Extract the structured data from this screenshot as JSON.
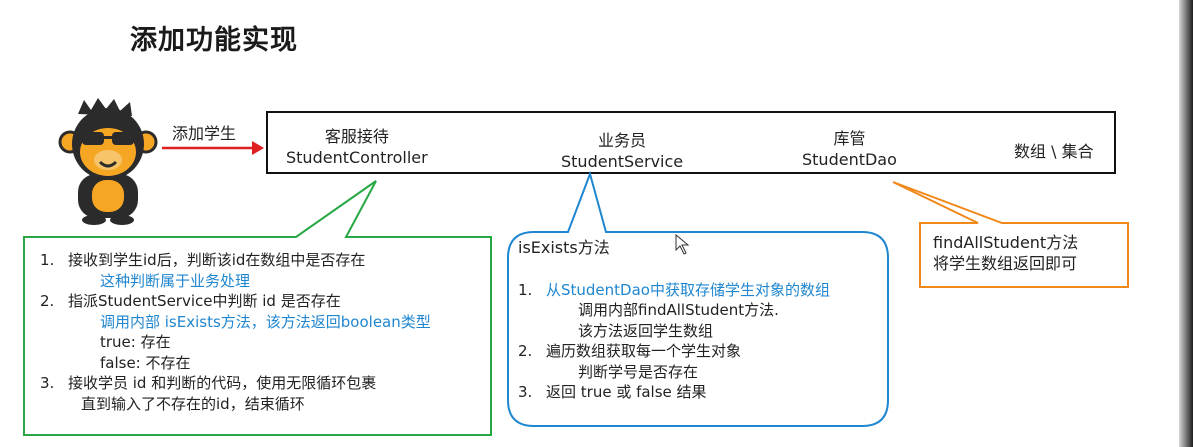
{
  "slide": {
    "title": "添加功能实现"
  },
  "arrow": {
    "label": "添加学生"
  },
  "roles": [
    {
      "zh": "客服接待",
      "en": "StudentController"
    },
    {
      "zh": "业务员",
      "en": "StudentService"
    },
    {
      "zh": "库管",
      "en": "StudentDao"
    }
  ],
  "store_label": "数组 \\ 集合",
  "controller_note": {
    "items": [
      {
        "num": "1.",
        "text": "接收到学生id后，判断该id在数组中是否存在",
        "sub": [
          "这种判断属于业务处理"
        ]
      },
      {
        "num": "2.",
        "text": "指派StudentService中判断 id 是否存在",
        "sub": [
          "调用内部 isExists方法，该方法返回boolean类型",
          "true: 存在",
          "false: 不存在"
        ]
      },
      {
        "num": "3.",
        "text": "接收学员 id 和判断的代码，使用无限循环包裹",
        "sub": [
          "直到输入了不存在的id，结束循环"
        ]
      }
    ]
  },
  "service_note": {
    "heading": "isExists方法",
    "items": [
      {
        "num": "1.",
        "text": "从StudentDao中获取存储学生对象的数组",
        "sub": [
          "调用内部findAllStudent方法.",
          "该方法返回学生数组"
        ]
      },
      {
        "num": "2.",
        "text": "遍历数组获取每一个学生对象",
        "sub": [
          "判断学号是否存在"
        ]
      },
      {
        "num": "3.",
        "text": "返回 true 或 false 结果",
        "sub": []
      }
    ]
  },
  "dao_note": {
    "line1": "findAllStudent方法",
    "line2": "将学生数组返回即可"
  },
  "colors": {
    "arrow": "#e02020",
    "green": "#28a745",
    "blue": "#1f86d0",
    "orange": "#f0881a"
  }
}
